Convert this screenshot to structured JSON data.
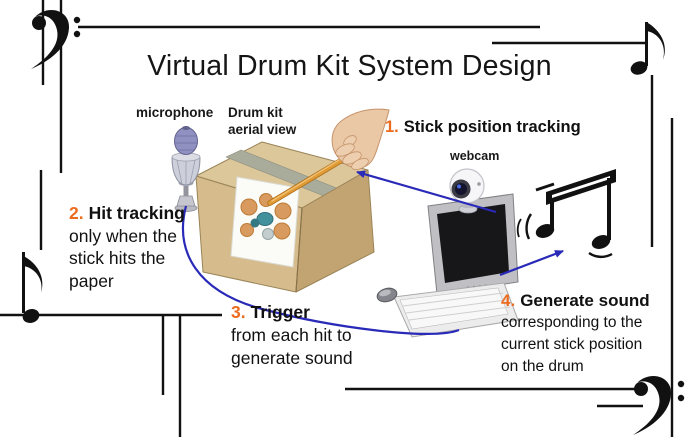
{
  "title": "Virtual Drum Kit System Design",
  "labels": {
    "microphone": "microphone",
    "drum_kit": [
      "Drum kit",
      "aerial view"
    ],
    "webcam": "webcam"
  },
  "steps": {
    "s1": {
      "num": "1.",
      "head": "Stick position tracking"
    },
    "s2": {
      "num": "2.",
      "head": "Hit tracking",
      "lines": [
        "only when the",
        "stick hits the",
        "paper"
      ]
    },
    "s3": {
      "num": "3.",
      "head": "Trigger",
      "lines": [
        "from each hit to",
        "generate sound"
      ]
    },
    "s4": {
      "num": "4.",
      "head": "Generate sound",
      "lines": [
        "corresponding to the",
        "current stick position",
        "on the drum"
      ]
    }
  },
  "icons": {
    "corner_top_left": "bass-clef",
    "corner_top_right": "eighth-note",
    "corner_bottom_left": "eighth-note",
    "corner_bottom_right": "bass-clef",
    "sound_output": "beamed-music-notes",
    "input_device": "microphone",
    "tracking_device": "webcam",
    "processing_device": "desktop-computer",
    "drum_surface": "cardboard-box-with-drum-paper",
    "pointer": "hand-with-drumstick"
  },
  "colors": {
    "step_number_orange": "#ED6B1F",
    "arrow_blue": "#2A2AB8",
    "box_tan": "#D6BC8C",
    "stick_orange": "#E09A35",
    "border_black": "#111111"
  }
}
